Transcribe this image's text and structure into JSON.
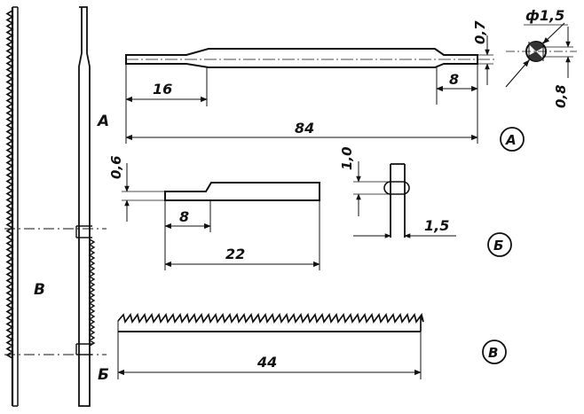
{
  "dimensions": {
    "a_length_16": "16",
    "a_length_8": "8",
    "a_total_84": "84",
    "a_thick_07": "0,7",
    "a_thick_08": "0,8",
    "a_hole_dia": "ф1,5",
    "b_thick_06": "0,6",
    "b_length_8": "8",
    "b_total_22": "22",
    "b_slot_10": "1,0",
    "b_slot_15": "1,5",
    "c_total_44": "44"
  },
  "labels": {
    "view_a": "А",
    "view_b": "Б",
    "view_v": "В",
    "side_a": "А",
    "side_b": "Б",
    "side_v": "В"
  }
}
